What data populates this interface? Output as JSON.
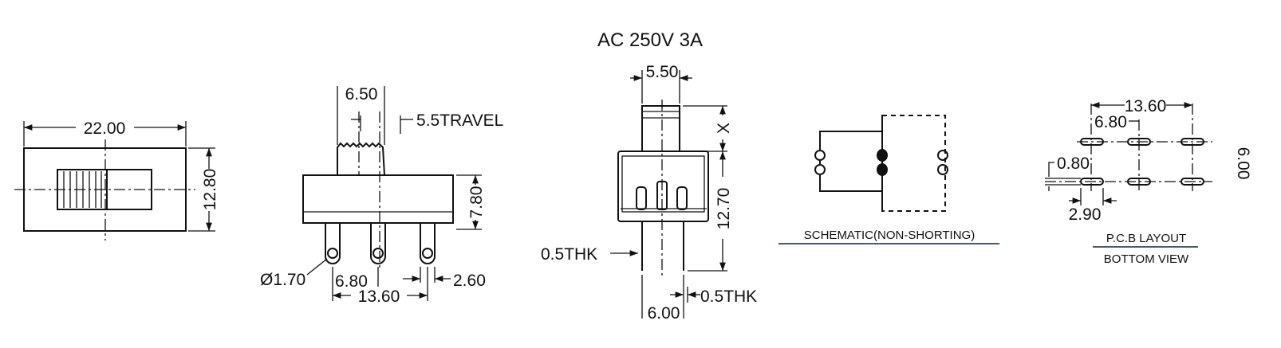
{
  "title": "AC  250V  3A",
  "top_view": {
    "width_dim": "22.00",
    "height_dim": "12.80"
  },
  "side_view": {
    "actuator_width": "6.50",
    "travel": "5.5TRAVEL",
    "body_height": "7.80",
    "hole_dia": "Ø1.70",
    "pitch": "6.80",
    "span": "13.60",
    "terminal_width": "2.60"
  },
  "end_view": {
    "actuator_width": "5.50",
    "actuator_height": "X",
    "height": "12.70",
    "thickness_left": "0.5THK",
    "thickness_right": "0.5THK",
    "pin_spacing": "6.00"
  },
  "schematic": {
    "label": "SCHEMATIC(NON-SHORTING)"
  },
  "pcb_layout": {
    "span": "13.60",
    "pitch": "6.80",
    "slot_width": "0.80",
    "slot_length": "2.90",
    "row_spacing": "6.00",
    "label_line1": "P.C.B LAYOUT",
    "label_line2": "BOTTOM VIEW"
  }
}
